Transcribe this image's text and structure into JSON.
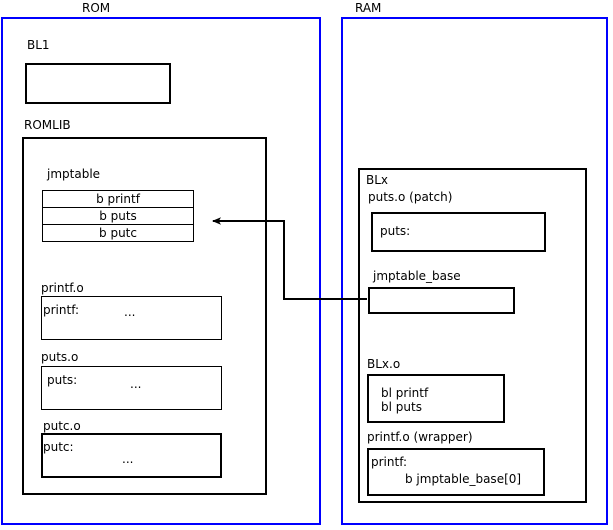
{
  "regions": {
    "rom": {
      "title": "ROM"
    },
    "ram": {
      "title": "RAM"
    }
  },
  "rom": {
    "bl1": {
      "label": "BL1"
    },
    "romlib": {
      "label": "ROMLIB",
      "jmptable": {
        "label": "jmptable",
        "entries": [
          "b printf",
          "b puts",
          "b putc"
        ]
      },
      "objects": [
        {
          "label": "printf.o",
          "symbol": "printf:",
          "body": "..."
        },
        {
          "label": "puts.o",
          "symbol": "puts:",
          "body": "..."
        },
        {
          "label": "putc.o",
          "symbol": "putc:",
          "body": "..."
        }
      ]
    }
  },
  "ram": {
    "blx": {
      "label": "BLx",
      "puts_patch": {
        "label": "puts.o (patch)",
        "symbol": "puts:"
      },
      "jmptable_base": {
        "label": "jmptable_base",
        "content": ""
      },
      "blx_o": {
        "label": "BLx.o",
        "line1": "bl printf",
        "line2": "bl puts"
      },
      "printf_wrapper": {
        "label": "printf.o (wrapper)",
        "symbol": "printf:",
        "instruction": "b jmptable_base[0]"
      }
    }
  },
  "colors": {
    "region_border": "#0000ff",
    "box_border": "#000000",
    "text": "#000000",
    "background": "#ffffff"
  },
  "connector": {
    "from": "jmptable_base",
    "to": "jmptable-entry-b-puts"
  }
}
